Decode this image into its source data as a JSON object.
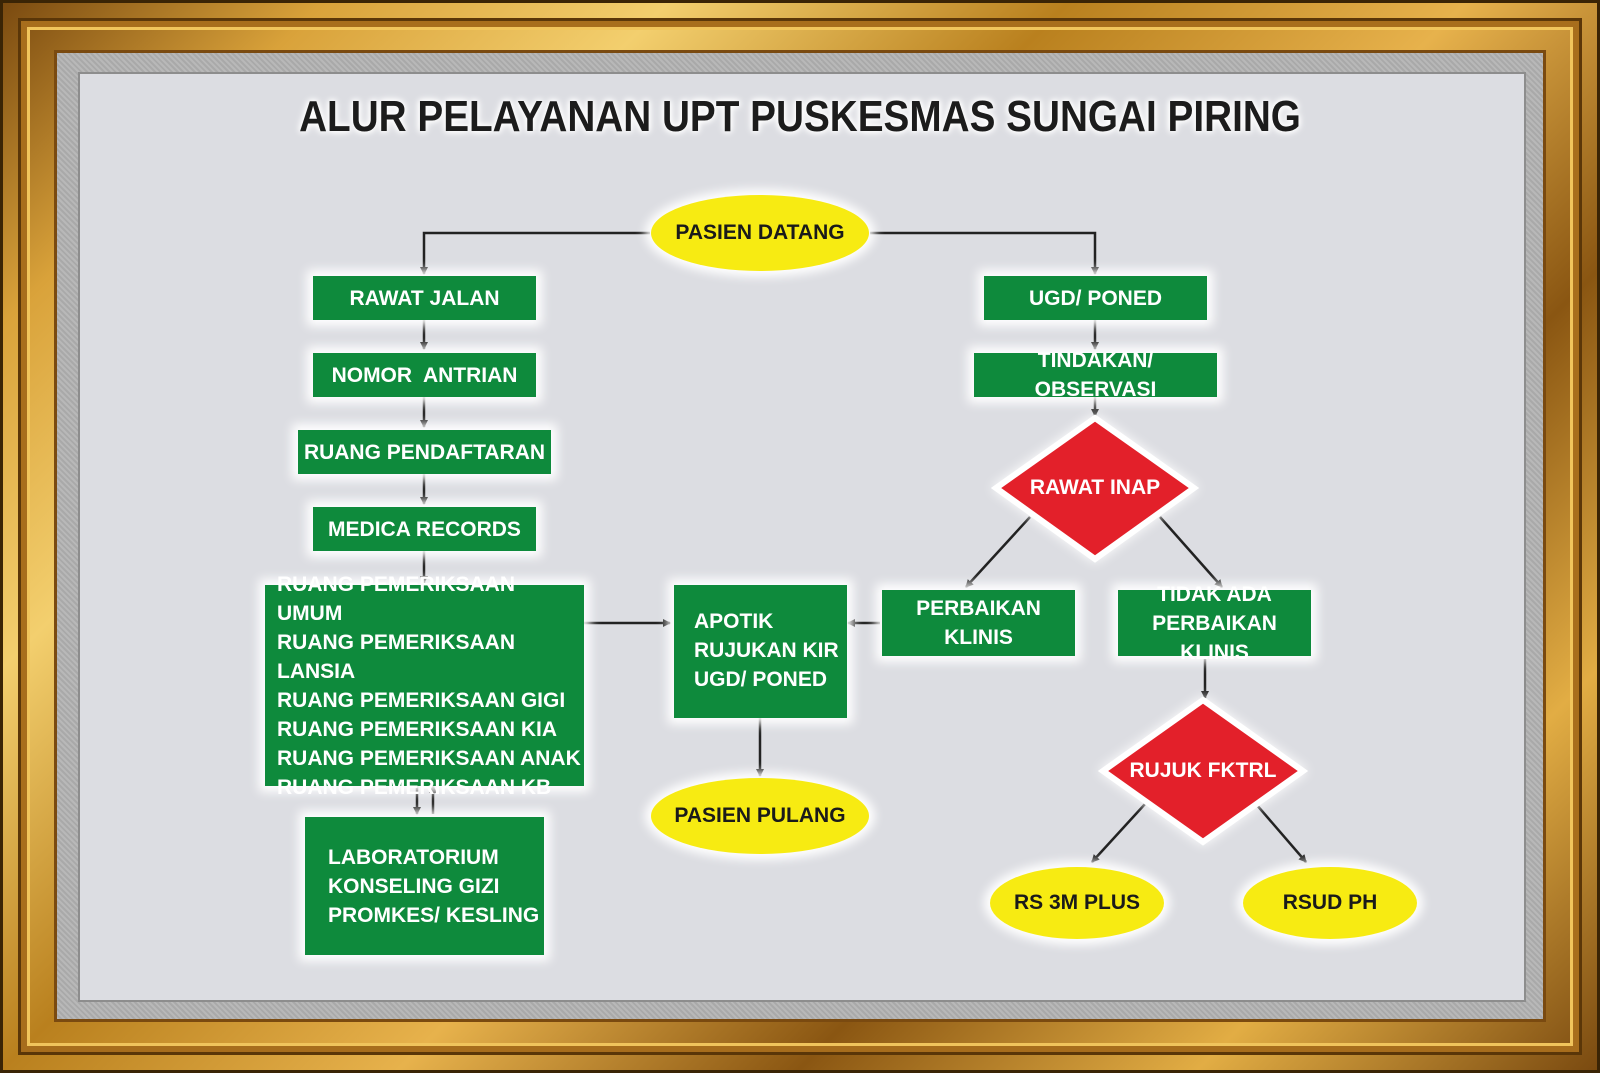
{
  "title": "ALUR PELAYANAN UPT PUSKESMAS SUNGAI PIRING",
  "nodes": {
    "pasien_datang": "PASIEN DATANG",
    "rawat_jalan": "RAWAT JALAN",
    "nomor_antrian": "NOMOR  ANTRIAN",
    "ruang_pendaftaran": "RUANG PENDAFTARAN",
    "medica_records": "MEDICA RECORDS",
    "ruang_pemeriksaan": [
      "RUANG PEMERIKSAAN UMUM",
      "RUANG PEMERIKSAAN LANSIA",
      "RUANG PEMERIKSAAN GIGI",
      "RUANG PEMERIKSAAN KIA",
      "RUANG PEMERIKSAAN ANAK",
      "RUANG PEMERIKSAAN KB"
    ],
    "penunjang": [
      "LABORATORIUM",
      "KONSELING GIZI",
      "PROMKES/ KESLING"
    ],
    "apotik": [
      "APOTIK",
      "RUJUKAN KIR",
      "UGD/ PONED"
    ],
    "pasien_pulang": "PASIEN PULANG",
    "ugd_poned": "UGD/ PONED",
    "tindakan": "TINDAKAN/ OBSERVASI",
    "rawat_inap": "RAWAT INAP",
    "perbaikan_klinis": [
      "PERBAIKAN",
      "KLINIS"
    ],
    "tidak_ada_perbaikan": [
      "TIDAK ADA",
      "PERBAIKAN KLINIS"
    ],
    "rujuk_fktrl": "RUJUK FKTRL",
    "rs_3m_plus": "RS 3M PLUS",
    "rsud_ph": "RSUD PH"
  },
  "colors": {
    "box": "#0e8a3c",
    "oval": "#f7eb12",
    "diamond": "#e3202a",
    "line": "#222222"
  }
}
